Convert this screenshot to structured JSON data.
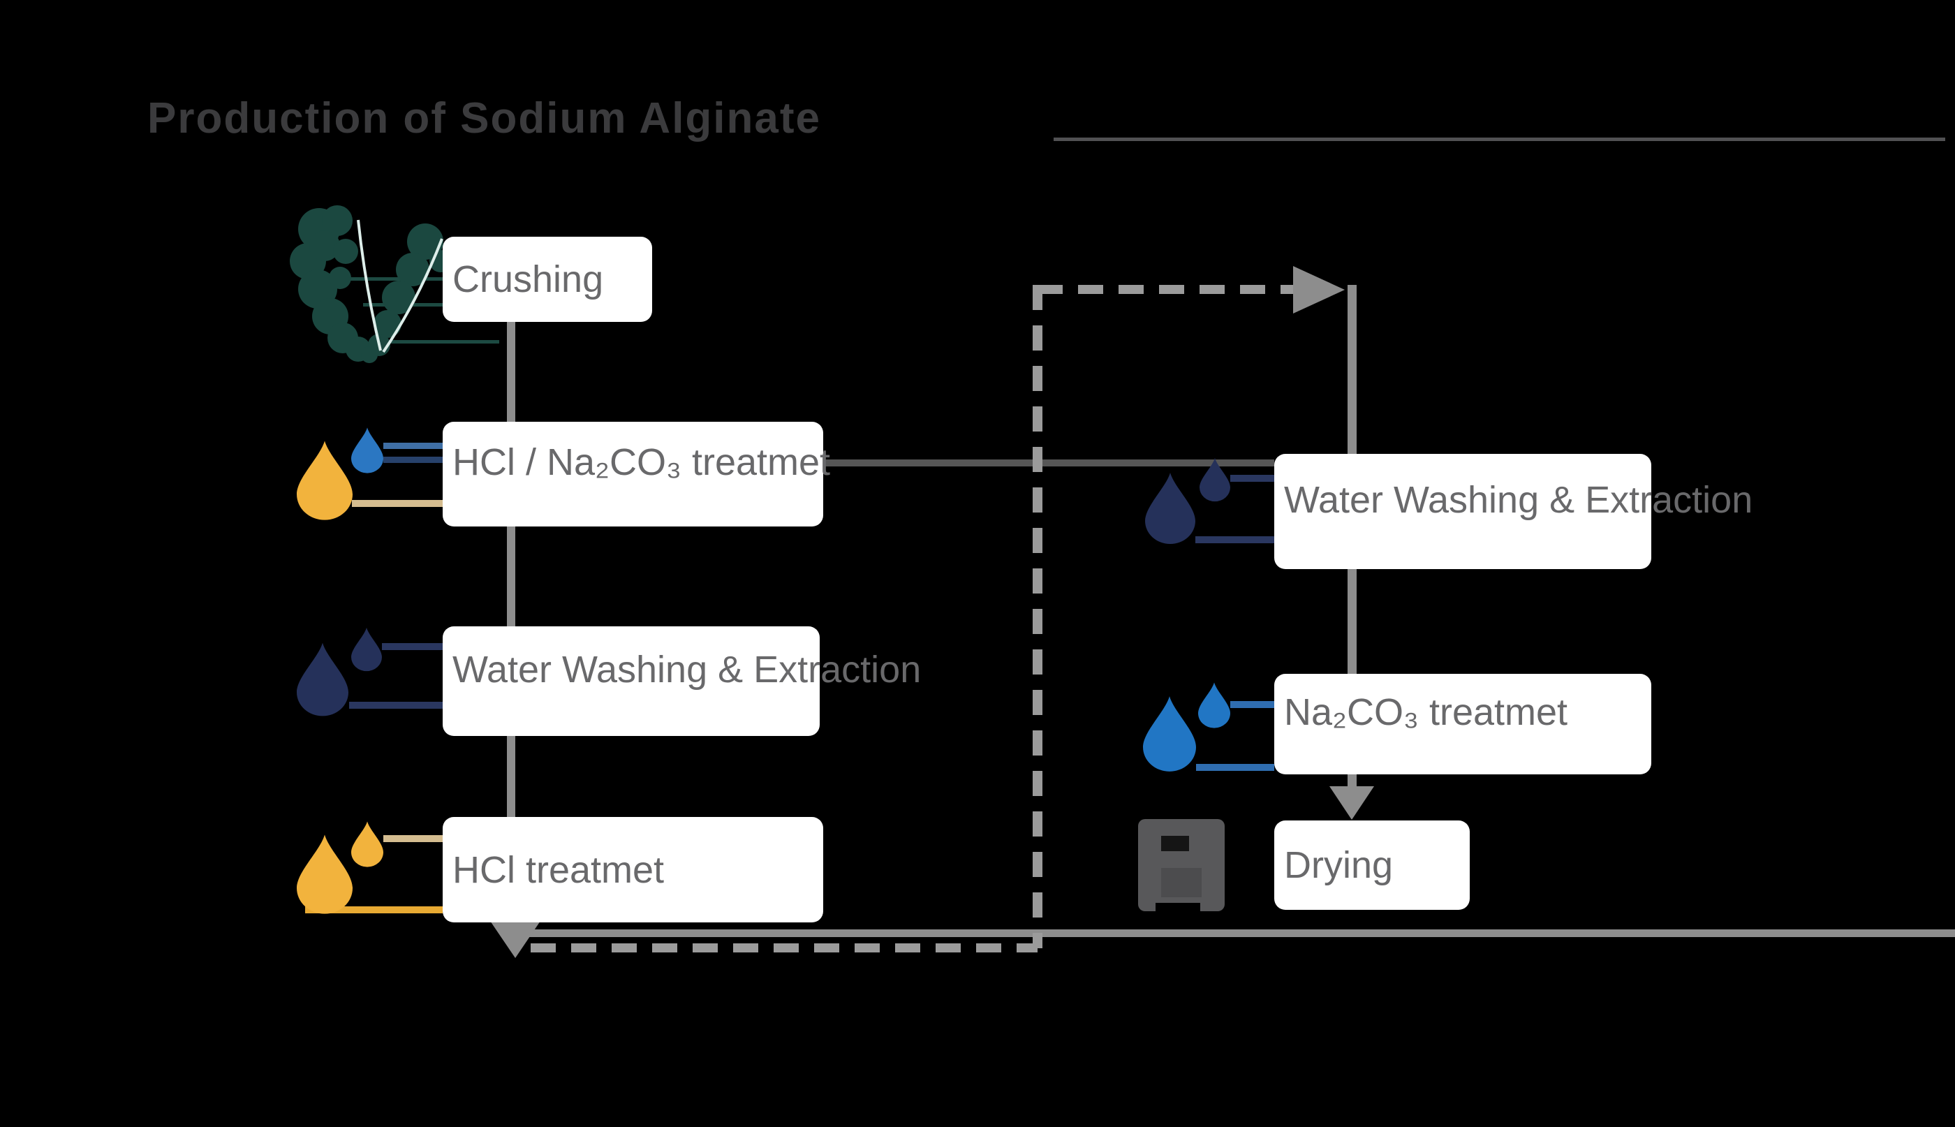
{
  "title": {
    "text": "Production of Sodium Alginate"
  },
  "left_column": {
    "steps": [
      {
        "id": "crushing",
        "label": "Crushing"
      },
      {
        "id": "hcl-na2co3-treatment",
        "label": "HCl / Na₂CO₃ treatmet"
      },
      {
        "id": "water-washing-extraction",
        "label": "Water Washing & Extraction"
      },
      {
        "id": "hcl-treatment",
        "label": "HCl treatmet"
      }
    ]
  },
  "right_column": {
    "steps": [
      {
        "id": "water-washing-extraction-2",
        "label": "Water Washing & Extraction"
      },
      {
        "id": "na2co3-treatment",
        "label": "Na₂CO₃ treatmet"
      },
      {
        "id": "drying",
        "label": "Drying"
      }
    ]
  },
  "icons": {
    "seaweed": "seaweed-icon",
    "drop_yellow_large": "yellow-drop-icon",
    "drop_blue_small": "blue-drop-icon",
    "drop_navy_large": "navy-drop-icon",
    "drop_navy_small": "navy-drop-small-icon",
    "drop_brightblue_large": "bright-blue-drop-icon",
    "drop_brightblue_small": "bright-blue-drop-small-icon",
    "oven": "drying-oven-icon"
  },
  "colors": {
    "background": "#000000",
    "box_bg": "#ffffff",
    "label_text": "#69696b",
    "title_text": "#3b3b3d",
    "seaweed_teal": "#1b4840",
    "seaweed_rib": "#ddeeea",
    "drop_yellow": "#f2b33d",
    "drop_blue": "#2b77c2",
    "drop_navy": "#25315a",
    "drop_bright_blue": "#2176c4",
    "line_gray": "#8d8d8d",
    "dashed_gray": "#9b9b9b",
    "dark_connector": "#565656",
    "tan_line": "#d5bd90",
    "yellow_line": "#e8aa33",
    "navy_line": "#2a3760",
    "blue_line": "#2f6db0",
    "oven_gray": "#58585a"
  }
}
